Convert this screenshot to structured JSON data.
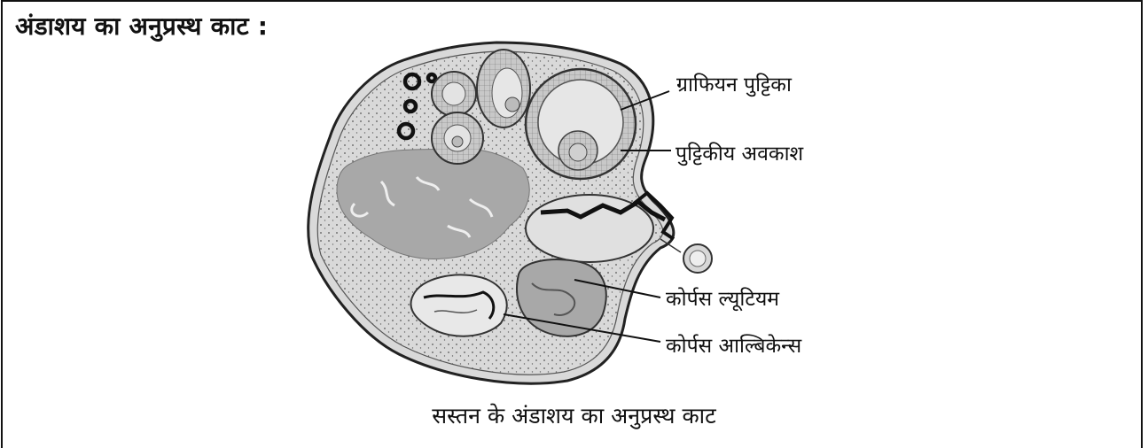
{
  "heading": "अंडाशय का अनुप्रस्थ काट :",
  "labels": {
    "graafian": "ग्राफियन पुट्टिका",
    "antrum": "पुट्टिकीय अवकाश",
    "luteum": "कोर्पस ल्यूटियम",
    "albicans": "कोर्पस आल्बिकेन्स"
  },
  "caption": "सस्तन के अंडाशय का अनुप्रस्थ काट",
  "colors": {
    "outline": "#222222",
    "stroma": "#dcdcdc",
    "medulla": "#a9a9a9",
    "follicle": "#cfcfcf",
    "antrum": "#e6e6e6"
  }
}
